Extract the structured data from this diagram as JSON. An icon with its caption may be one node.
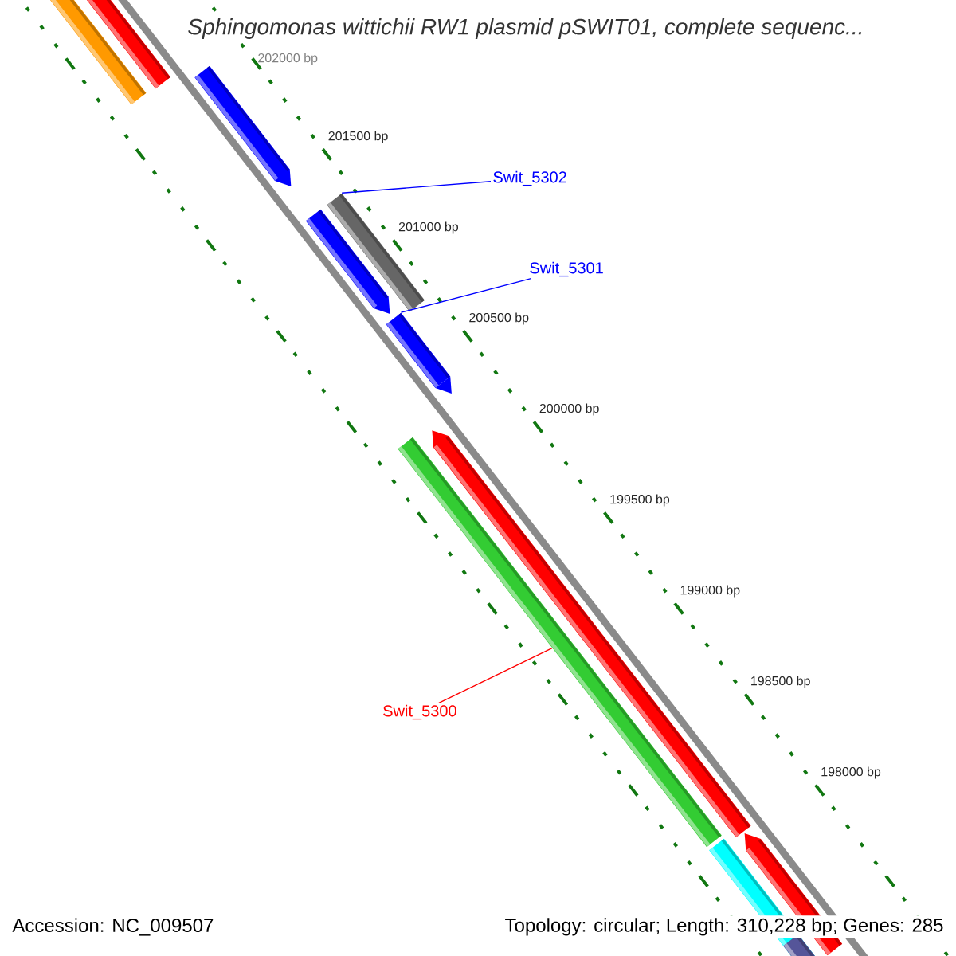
{
  "diagram": {
    "title": "Sphingomonas wittichii RW1 plasmid pSWIT01, complete sequenc...",
    "nodes": [
      {
        "text": [
          "Swit_5302"
        ]
      },
      {
        "text": [],
        "shape": "bar"
      },
      {
        "text": [
          "Swit_5301"
        ]
      },
      {
        "text": [],
        "shape": "arrow"
      },
      {
        "text": [
          "Swit_5300"
        ]
      },
      {
        "text": [],
        "shape": "bar"
      }
    ],
    "edges": [
      {
        "from": 0,
        "to": 1,
        "arrow": "none"
      },
      {
        "from": 2,
        "to": 3,
        "arrow": "none"
      },
      {
        "from": 4,
        "to": 5,
        "arrow": "none",
        "color": "#ff0000"
      }
    ],
    "labels": [
      "202000 bp",
      "201500 bp",
      "201000 bp",
      "200500 bp",
      "200000 bp",
      "199500 bp",
      "199000 bp",
      "198500 bp",
      "198000 bp",
      "Accession: NC_009507",
      "Topology: circular; Length: 310,228 bp; Genes: 285"
    ]
  }
}
